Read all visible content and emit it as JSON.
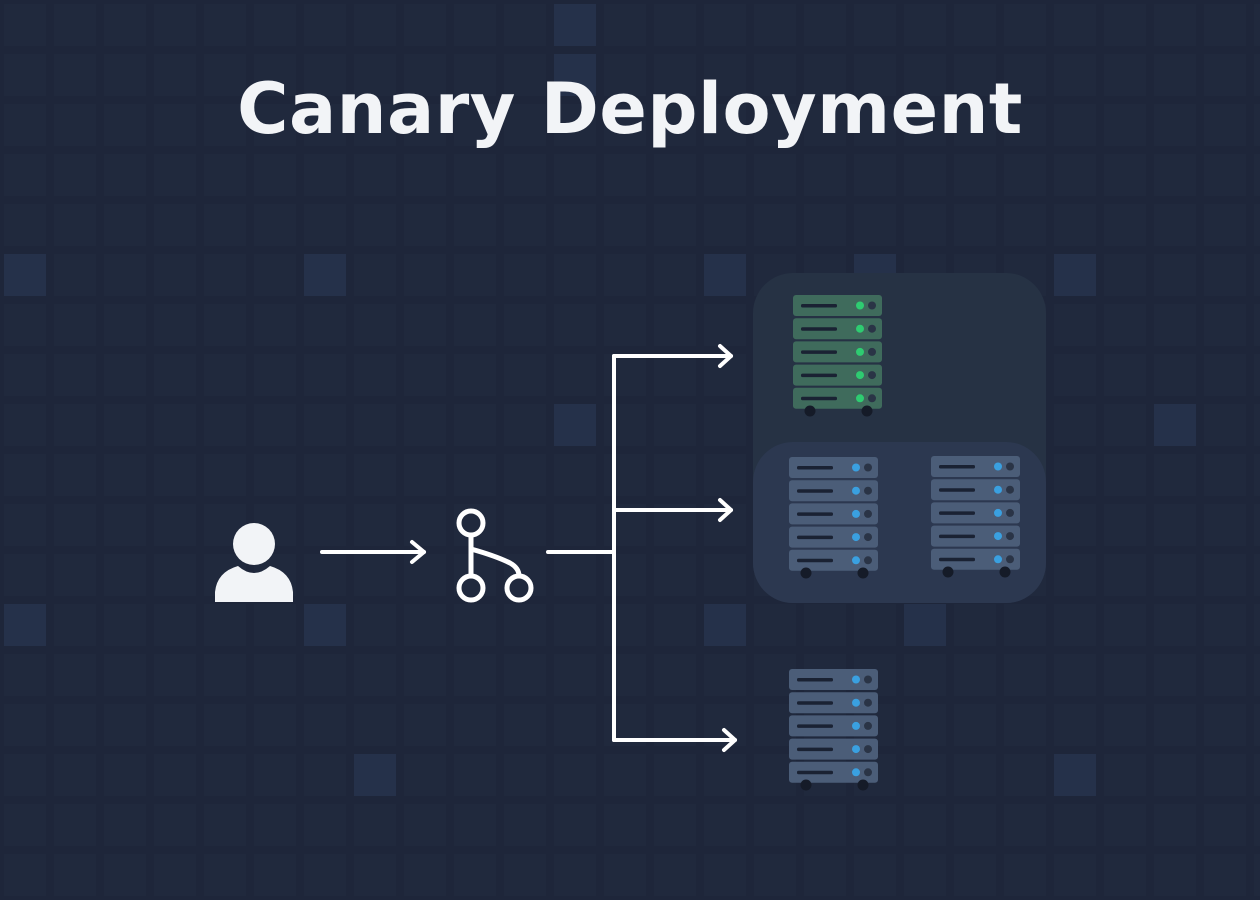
{
  "title": "Canary Deployment",
  "colors": {
    "background": "#1e263a",
    "tile": "#222b40",
    "arrow": "#ffffff",
    "icon": "#f2f4f7",
    "canary_server": "#3f6b5c",
    "canary_led": "#2ecc71",
    "stable_server": "#4b5d78",
    "stable_led": "#3aa0e0",
    "group_box_back": "#263244",
    "group_box_front": "#2c3850"
  },
  "nodes": {
    "user": {
      "icon": "user-icon"
    },
    "router": {
      "icon": "git-branch-icon"
    },
    "canary_server": {
      "icon": "server-rack-icon",
      "release": "canary"
    },
    "stable_servers": [
      {
        "icon": "server-rack-icon",
        "release": "stable"
      },
      {
        "icon": "server-rack-icon",
        "release": "stable"
      },
      {
        "icon": "server-rack-icon",
        "release": "stable"
      }
    ]
  }
}
